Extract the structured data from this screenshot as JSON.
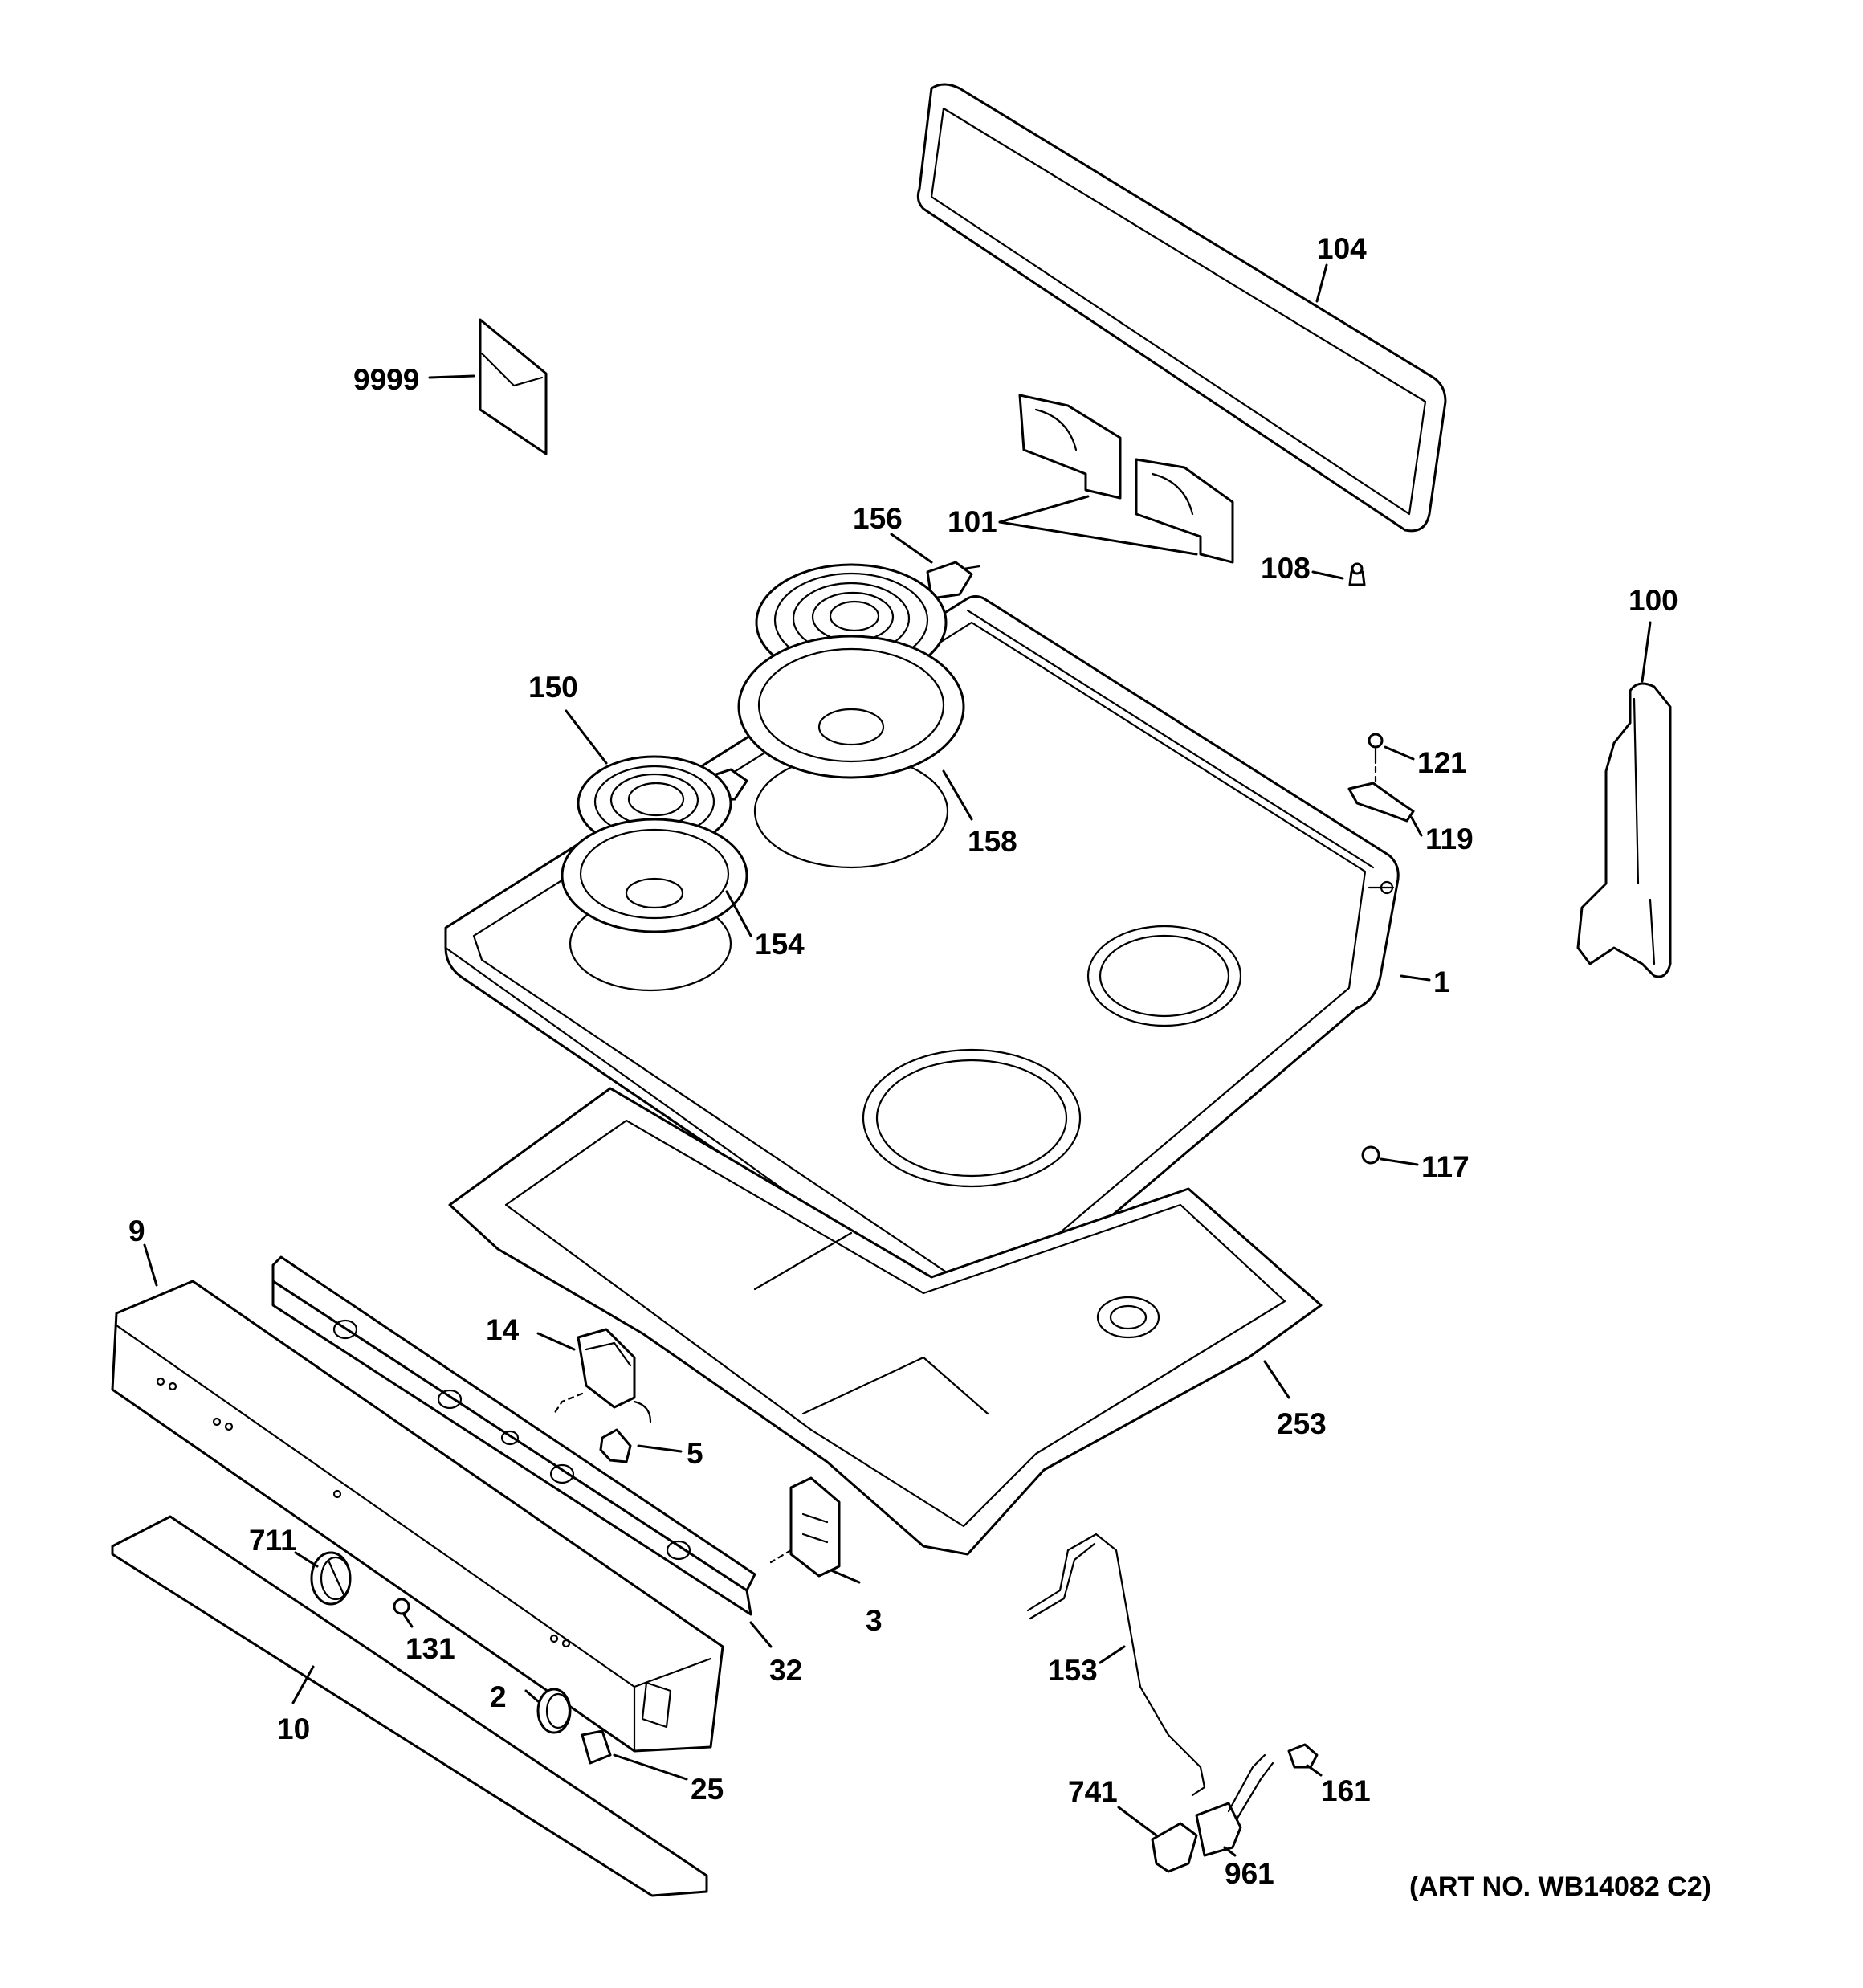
{
  "callouts": {
    "c104": "104",
    "c9999": "9999",
    "c101": "101",
    "c156": "156",
    "c108": "108",
    "c100": "100",
    "c150": "150",
    "c121": "121",
    "c158": "158",
    "c119": "119",
    "c154": "154",
    "c1": "1",
    "c117": "117",
    "c9": "9",
    "c14": "14",
    "c253": "253",
    "c5": "5",
    "c711": "711",
    "c3": "3",
    "c131": "131",
    "c32": "32",
    "c153": "153",
    "c2": "2",
    "c10": "10",
    "c25": "25",
    "c741": "741",
    "c161": "161",
    "c961": "961"
  },
  "art_number": "(ART NO. WB14082 C2)"
}
